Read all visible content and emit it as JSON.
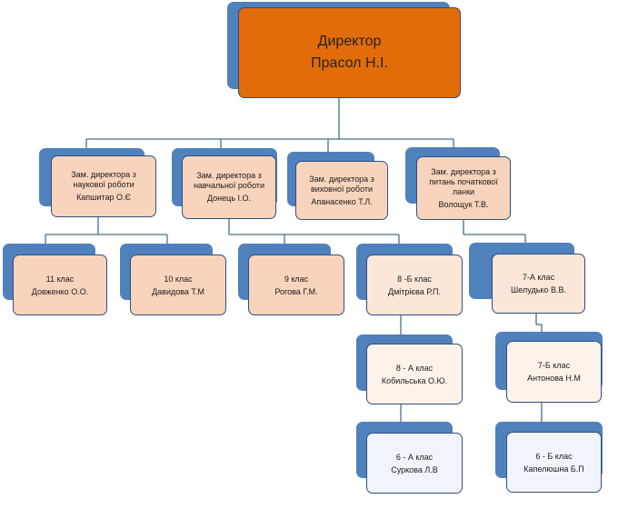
{
  "colors": {
    "director_fill": "#e36c0a",
    "block_shadow": "#4f81bd",
    "connector": "#4a6c8c",
    "peach": "#f9d4bc",
    "light_peach": "#fbe6d8",
    "pale": "#fdf2ea",
    "pale_blue": "#f0f5fc"
  },
  "director": {
    "title": "Директор",
    "name": "Прасол Н.І."
  },
  "deputies": [
    {
      "title": "Зам. директора з\nнаукової роботи",
      "name": "Капшитар О.Є"
    },
    {
      "title": "Зам. директора з\nнавчальної роботи",
      "name": "Донець І.О."
    },
    {
      "title": "Зам. директора з\nвиховної роботи",
      "name": "Апанасенко Т.Л."
    },
    {
      "title": "Зам. директора з\nпитань початкової\nланки",
      "name": "Волощук  Т.В."
    }
  ],
  "classes": [
    {
      "grade": "11 клас",
      "teacher": "Довженко О.О."
    },
    {
      "grade": "10 клас",
      "teacher": "Давидова  Т.М"
    },
    {
      "grade": "9 клас",
      "teacher": "Рогова  Г.М."
    },
    {
      "grade": "8 -Б клас",
      "teacher": "Дмітрієва Р.П."
    },
    {
      "grade": "7-А клас",
      "teacher": "Шелудько В.В."
    },
    {
      "grade": "8 - А клас",
      "teacher": "Кобильська О.Ю."
    },
    {
      "grade": "7-Б клас",
      "teacher": "Антонова Н.М"
    },
    {
      "grade": "6 - А клас",
      "teacher": "Суркова Л.В"
    },
    {
      "grade": "6 - Б клас",
      "teacher": "Капелюшна Б.П"
    }
  ]
}
